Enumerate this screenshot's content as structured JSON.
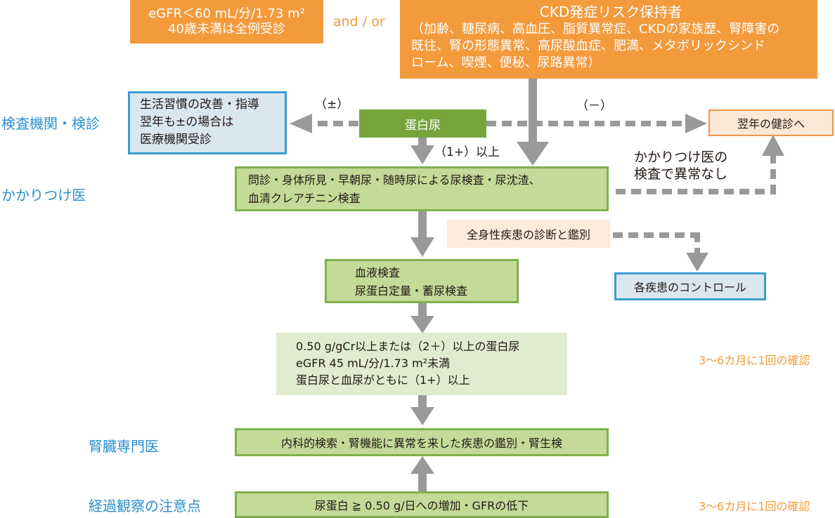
{
  "top": {
    "egfr_box": {
      "line1": "eGFR＜60 mL/分/1.73 m²",
      "line2": "40歳未満は全例受診"
    },
    "and_or": "and / or",
    "risk_box": {
      "title": "CKD発症リスク保持者",
      "line1": "（加齢、糖尿病、高血圧、脂質異常症、CKDの家族歴、腎障害の",
      "line2": "既往、腎の形態異常、高尿酸血症、肥満、メタボリックシンド",
      "line3": "ローム、喫煙、便秘、尿路異常）"
    }
  },
  "side_labels": {
    "screening": "検査機関・検診",
    "family_doctor": "かかりつけ医",
    "nephrologist": "腎臓専門医",
    "followup": "経過観察の注意点"
  },
  "nodes": {
    "lifestyle": {
      "line1": "生活習慣の改善・指導",
      "line2": "翌年も±の場合は",
      "line3": "医療機関受診"
    },
    "proteinuria": "蛋白尿",
    "next_year": "翌年の健診へ",
    "family_exam": {
      "line1": "問診・身体所見・早朝尿・随時尿による尿検査・尿沈渣、",
      "line2": "血清クレアチニン検査"
    },
    "systemic": "全身性疾患の診断と鑑別",
    "disease_control": "各疾患のコントロール",
    "blood_test": {
      "line1": "血液検査",
      "line2": "尿蛋白定量・蓄尿検査"
    },
    "criteria": {
      "line1": "0.50 g/gCr以上または（2＋）以上の蛋白尿",
      "line2": "eGFR 45 mL/分/1.73 m²未満",
      "line3": "蛋白尿と血尿がともに（1+）以上"
    },
    "specialist": "内科的検索・腎機能に異常を来した疾患の鑑別・腎生検",
    "followup": "尿蛋白 ≧ 0.50 g/日への増加・GFRの低下"
  },
  "edge_labels": {
    "plus_minus": "（±）",
    "minus": "（－）",
    "one_plus": "（1+）以上",
    "no_abnormality_1": "かかりつけ医の",
    "no_abnormality_2": "検査で異常なし"
  },
  "notes": {
    "interval_1": "3～6カ月に1回の確認",
    "interval_2": "3～6カ月に1回の確認"
  },
  "colors": {
    "orange": "#f39a3c",
    "green_dark": "#77a53b",
    "green_fill": "#c4da98",
    "blue_text": "#2a8fcf",
    "arrow_gray": "#999999"
  }
}
